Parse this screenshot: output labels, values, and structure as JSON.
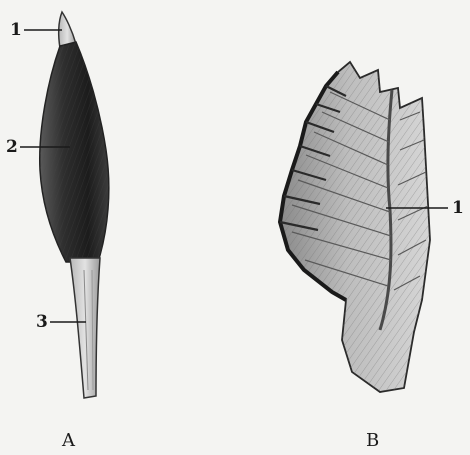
{
  "figure_a": {
    "caption": "A",
    "labels": [
      "1",
      "2",
      "3"
    ]
  },
  "figure_b": {
    "caption": "B",
    "labels": [
      "1"
    ]
  }
}
